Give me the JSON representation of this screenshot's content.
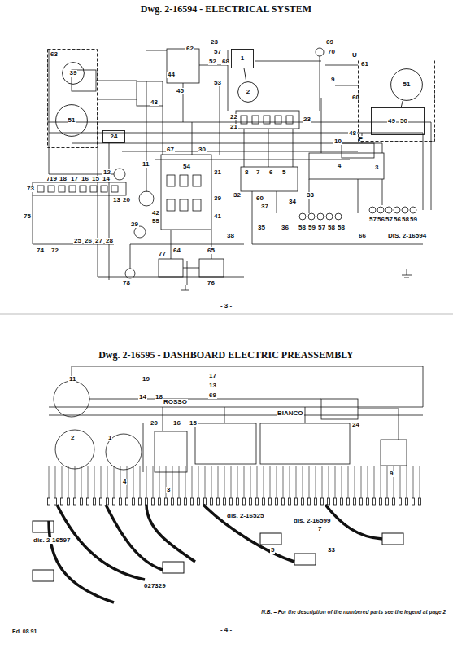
{
  "diagram": {
    "title": "Dwg. 2-16594 - ELECTRICAL SYSTEM",
    "caption": "N.B. = For the description of the numbered parts see the legend at page 2",
    "nodes": [
      {
        "text": [
          "63"
        ]
      },
      {
        "text": [
          "39"
        ],
        "in": 0
      },
      {
        "text": [
          "51"
        ],
        "in": 0
      },
      {
        "text": [
          "61"
        ]
      },
      {
        "text": [
          "51"
        ],
        "in": 3
      },
      {
        "text": [
          "49",
          "50"
        ],
        "in": 3
      },
      {
        "text": [
          "24"
        ]
      },
      {
        "text": [
          "1"
        ]
      },
      {
        "text": [
          "2"
        ]
      }
    ],
    "edges": [
      {
        "from": 7,
        "to": 8,
        "arrow": "none"
      },
      {
        "from": 4,
        "to": 5,
        "arrow": "none"
      }
    ],
    "labels": [
      "Dwg. 2-16595 - DASHBOARD ELECTRIC PREASSEMBLY",
      "- 3 -",
      "- 4 -",
      "Ed. 08.91",
      "62",
      "23",
      "57",
      "52",
      "68",
      "44",
      "45",
      "53",
      "69",
      "70",
      "U",
      "9",
      "60",
      "48",
      "43",
      "22",
      "21",
      "23",
      "P",
      "12",
      "11",
      "71",
      "73",
      "19",
      "18",
      "17",
      "16",
      "15",
      "14",
      "13",
      "20",
      "75",
      "74",
      "72",
      "25",
      "26",
      "27",
      "28",
      "29",
      "67",
      "30",
      "54",
      "42",
      "55",
      "31",
      "39",
      "41",
      "38",
      "32",
      "8",
      "7",
      "6",
      "5",
      "60",
      "37",
      "34",
      "35",
      "36",
      "33",
      "10",
      "4",
      "3",
      "58",
      "59",
      "57",
      "58",
      "58",
      "66",
      "57",
      "56",
      "57",
      "56",
      "58",
      "59",
      "DIS. 2-16594",
      "64",
      "65",
      "78",
      "77",
      "76",
      "11",
      "19",
      "17",
      "13",
      "69",
      "14",
      "18",
      "20",
      "16",
      "15",
      "2",
      "1",
      "24",
      "9",
      "4",
      "3",
      "027329",
      "dis. 2-16525",
      "dis. 2-16599",
      "dis. 2-16597",
      "33",
      "5",
      "7",
      "BIANCO",
      "ROSSO"
    ]
  }
}
